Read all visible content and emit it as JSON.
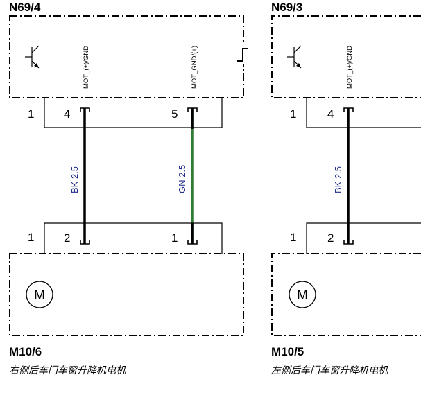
{
  "left": {
    "module": {
      "title": "N69/4",
      "pins": [
        {
          "number": "4",
          "label": "MOT_(+)/GND"
        },
        {
          "number": "5",
          "label": "MOT_GND/(+)"
        }
      ],
      "ground_pin": "1"
    },
    "wires": [
      {
        "code": "BK 2.5",
        "color": "#000000"
      },
      {
        "code": "GN 2.5",
        "color": "#2e7d32"
      }
    ],
    "motor": {
      "title": "M10/6",
      "description": "右侧后车门车窗升降机电机",
      "symbol": "M",
      "pins": [
        "2",
        "1"
      ],
      "ground_pin": "1"
    }
  },
  "right": {
    "module": {
      "title": "N69/3",
      "pins": [
        {
          "number": "4",
          "label": "MOT_(+)/GND"
        }
      ],
      "ground_pin": "1"
    },
    "wires": [
      {
        "code": "BK 2.5",
        "color": "#000000"
      }
    ],
    "motor": {
      "title": "M10/5",
      "description": "左侧后车门车窗升降机电机",
      "symbol": "M",
      "pins": [
        "2"
      ],
      "ground_pin": "1"
    }
  }
}
